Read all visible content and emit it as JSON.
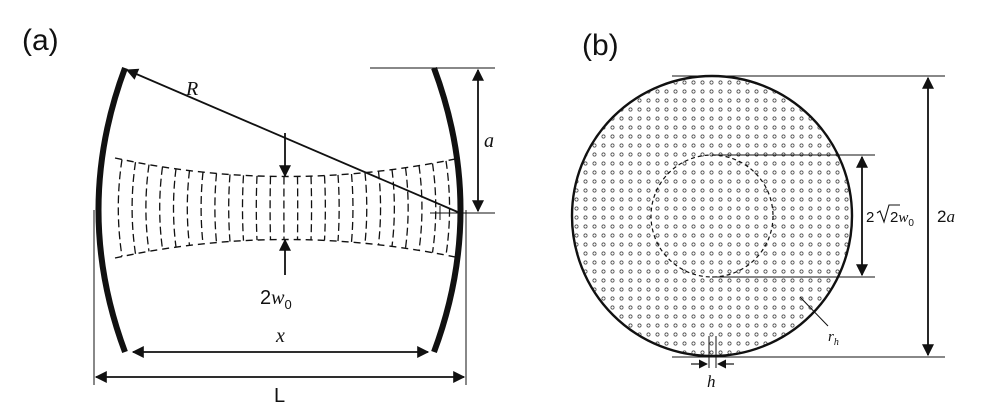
{
  "panel_a": {
    "label": "(a)",
    "R_label": "R",
    "a_label": "a",
    "waist_label_prefix": "2",
    "waist_label_var": "w",
    "waist_label_sub": "0",
    "x_label": "x",
    "L_label": "L"
  },
  "panel_b": {
    "label": "(b)",
    "beam_label_prefix": "2",
    "beam_label_root": "2",
    "beam_label_var": "w",
    "beam_label_sub": "0",
    "diameter_label_prefix": "2",
    "diameter_label_var": "a",
    "hole_label_var": "r",
    "hole_label_sub": "h",
    "pitch_label": "h"
  },
  "colors": {
    "ink": "#111111",
    "background": "#ffffff"
  }
}
